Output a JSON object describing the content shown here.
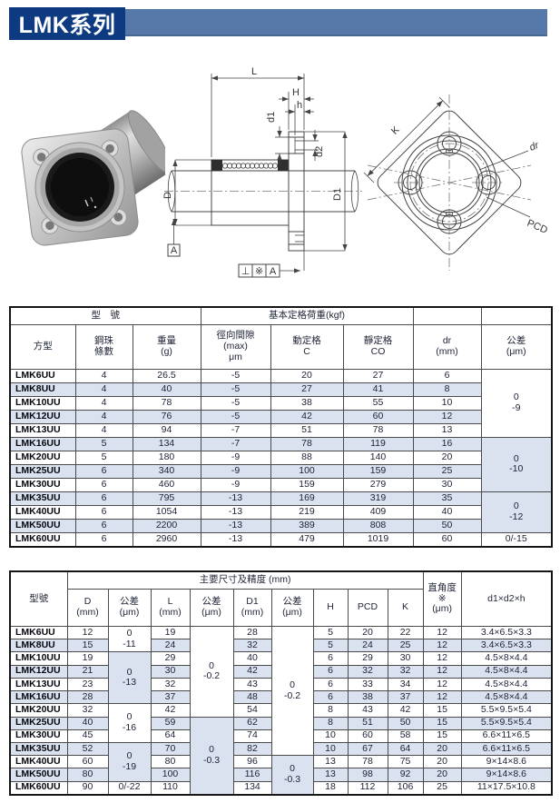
{
  "page": {
    "title": "LMK系列"
  },
  "colors": {
    "banner_dark": "#0d3a80",
    "banner_light": "#5578a8",
    "row_shade": "#dbe2ef"
  },
  "diagram": {
    "dims": {
      "L": "L",
      "H": "H",
      "h": "h",
      "d1": "d1",
      "d2": "d2",
      "D": "D",
      "D1": "D1"
    },
    "datum": "A",
    "frame": {
      "perp": "⊥",
      "star": "※",
      "ref": "A"
    },
    "front": {
      "K": "K",
      "dr": "dr",
      "PCD": "PCD"
    }
  },
  "tables": [
    {
      "name": "load-ratings",
      "cols": [
        72,
        63,
        75,
        77,
        80,
        77,
        75,
        78
      ],
      "header": [
        [
          {
            "t": "型　號",
            "cs": 3
          },
          {
            "t": "基本定格荷重(kgf)",
            "cs": 3
          },
          {
            "t": ""
          },
          {
            "t": ""
          }
        ],
        [
          {
            "t": "方型"
          },
          {
            "t": "鋼珠\n條數"
          },
          {
            "t": "重量\n(g)"
          },
          {
            "t": "徑向間隙\n(max)\nμm"
          },
          {
            "t": "動定格\nC"
          },
          {
            "t": "靜定格\nCO"
          },
          {
            "t": "dr\n(mm)"
          },
          {
            "t": "公差\n(μm)"
          }
        ]
      ],
      "rows": [
        [
          {
            "t": "LMK6UU",
            "c": "m"
          },
          {
            "t": "4"
          },
          {
            "t": "26.5"
          },
          {
            "t": "-5"
          },
          {
            "t": "20"
          },
          {
            "t": "27"
          },
          {
            "t": "6"
          },
          {
            "t": "0\n-9",
            "rs": 5,
            "c": "g"
          }
        ],
        [
          {
            "t": "LMK8UU",
            "c": "m"
          },
          {
            "t": "4"
          },
          {
            "t": "40"
          },
          {
            "t": "-5"
          },
          {
            "t": "27"
          },
          {
            "t": "41"
          },
          {
            "t": "8"
          }
        ],
        [
          {
            "t": "LMK10UU",
            "c": "m"
          },
          {
            "t": "4"
          },
          {
            "t": "78"
          },
          {
            "t": "-5"
          },
          {
            "t": "38"
          },
          {
            "t": "55"
          },
          {
            "t": "10"
          }
        ],
        [
          {
            "t": "LMK12UU",
            "c": "m"
          },
          {
            "t": "4"
          },
          {
            "t": "76"
          },
          {
            "t": "-5"
          },
          {
            "t": "42"
          },
          {
            "t": "60"
          },
          {
            "t": "12"
          }
        ],
        [
          {
            "t": "LMK13UU",
            "c": "m"
          },
          {
            "t": "4"
          },
          {
            "t": "94"
          },
          {
            "t": "-7"
          },
          {
            "t": "51"
          },
          {
            "t": "78"
          },
          {
            "t": "13"
          }
        ],
        [
          {
            "t": "LMK16UU",
            "c": "m"
          },
          {
            "t": "5"
          },
          {
            "t": "134"
          },
          {
            "t": "-7"
          },
          {
            "t": "78"
          },
          {
            "t": "119"
          },
          {
            "t": "16"
          },
          {
            "t": "0\n-10",
            "rs": 4,
            "c": "g s"
          }
        ],
        [
          {
            "t": "LMK20UU",
            "c": "m"
          },
          {
            "t": "5"
          },
          {
            "t": "180"
          },
          {
            "t": "-9"
          },
          {
            "t": "88"
          },
          {
            "t": "140"
          },
          {
            "t": "20"
          }
        ],
        [
          {
            "t": "LMK25UU",
            "c": "m"
          },
          {
            "t": "6"
          },
          {
            "t": "340"
          },
          {
            "t": "-9"
          },
          {
            "t": "100"
          },
          {
            "t": "159"
          },
          {
            "t": "25"
          }
        ],
        [
          {
            "t": "LMK30UU",
            "c": "m"
          },
          {
            "t": "6"
          },
          {
            "t": "460"
          },
          {
            "t": "-9"
          },
          {
            "t": "159"
          },
          {
            "t": "279"
          },
          {
            "t": "30"
          }
        ],
        [
          {
            "t": "LMK35UU",
            "c": "m"
          },
          {
            "t": "6"
          },
          {
            "t": "795"
          },
          {
            "t": "-13"
          },
          {
            "t": "169"
          },
          {
            "t": "319"
          },
          {
            "t": "35"
          },
          {
            "t": "0\n-12",
            "rs": 3,
            "c": "g"
          }
        ],
        [
          {
            "t": "LMK40UU",
            "c": "m"
          },
          {
            "t": "6"
          },
          {
            "t": "1054"
          },
          {
            "t": "-13"
          },
          {
            "t": "219"
          },
          {
            "t": "409"
          },
          {
            "t": "40"
          }
        ],
        [
          {
            "t": "LMK50UU",
            "c": "m"
          },
          {
            "t": "6"
          },
          {
            "t": "2200"
          },
          {
            "t": "-13"
          },
          {
            "t": "389"
          },
          {
            "t": "808"
          },
          {
            "t": "50"
          }
        ],
        [
          {
            "t": "LMK60UU",
            "c": "m"
          },
          {
            "t": "6"
          },
          {
            "t": "2960"
          },
          {
            "t": "-13"
          },
          {
            "t": "479"
          },
          {
            "t": "1019"
          },
          {
            "t": "60"
          },
          {
            "t": "0/-15",
            "c": "g"
          }
        ]
      ]
    },
    {
      "name": "dimensions",
      "cols": [
        63,
        45,
        47,
        43,
        48,
        42,
        46,
        38,
        44,
        39,
        42,
        100
      ],
      "header": [
        [
          {
            "t": "型號",
            "rs": 2
          },
          {
            "t": "主要尺寸及精度 (mm)",
            "cs": 9
          },
          {
            "t": "直角度\n※\n(μm)",
            "rs": 2
          },
          {
            "t": "d1×d2×h",
            "rs": 2
          }
        ],
        [
          {
            "t": "D\n(mm)"
          },
          {
            "t": "公差\n(μm)"
          },
          {
            "t": "L\n(mm)"
          },
          {
            "t": "公差\n(μm)"
          },
          {
            "t": "D1\n(mm)"
          },
          {
            "t": "公差\n(μm)"
          },
          {
            "t": "H"
          },
          {
            "t": "PCD"
          },
          {
            "t": "K"
          }
        ]
      ],
      "rows": [
        [
          {
            "t": "LMK6UU",
            "c": "m"
          },
          {
            "t": "12"
          },
          {
            "t": "0\n-11",
            "rs": 2,
            "c": "g"
          },
          {
            "t": "19"
          },
          {
            "t": "0\n-0.2",
            "rs": 7,
            "c": "g"
          },
          {
            "t": "28"
          },
          {
            "t": "0\n-0.2",
            "rs": 10,
            "c": "g"
          },
          {
            "t": "5"
          },
          {
            "t": "20"
          },
          {
            "t": "22"
          },
          {
            "t": "12"
          },
          {
            "t": "3.4×6.5×3.3"
          }
        ],
        [
          {
            "t": "LMK8UU",
            "c": "m"
          },
          {
            "t": "15"
          },
          {
            "t": "24"
          },
          {
            "t": "32"
          },
          {
            "t": "5"
          },
          {
            "t": "24"
          },
          {
            "t": "25"
          },
          {
            "t": "12"
          },
          {
            "t": "3.4×6.5×3.3"
          }
        ],
        [
          {
            "t": "LMK10UU",
            "c": "m"
          },
          {
            "t": "19"
          },
          {
            "t": "0\n-13",
            "rs": 4,
            "c": "g s"
          },
          {
            "t": "29"
          },
          {
            "t": "40"
          },
          {
            "t": "6"
          },
          {
            "t": "29"
          },
          {
            "t": "30"
          },
          {
            "t": "12"
          },
          {
            "t": "4.5×8×4.4"
          }
        ],
        [
          {
            "t": "LMK12UU",
            "c": "m"
          },
          {
            "t": "21"
          },
          {
            "t": "30"
          },
          {
            "t": "42"
          },
          {
            "t": "6"
          },
          {
            "t": "32"
          },
          {
            "t": "32"
          },
          {
            "t": "12"
          },
          {
            "t": "4.5×8×4.4"
          }
        ],
        [
          {
            "t": "LMK13UU",
            "c": "m"
          },
          {
            "t": "23"
          },
          {
            "t": "32"
          },
          {
            "t": "43"
          },
          {
            "t": "6"
          },
          {
            "t": "33"
          },
          {
            "t": "34"
          },
          {
            "t": "12"
          },
          {
            "t": "4.5×8×4.4"
          }
        ],
        [
          {
            "t": "LMK16UU",
            "c": "m"
          },
          {
            "t": "28"
          },
          {
            "t": "37"
          },
          {
            "t": "48"
          },
          {
            "t": "6"
          },
          {
            "t": "38"
          },
          {
            "t": "37"
          },
          {
            "t": "12"
          },
          {
            "t": "4.5×8×4.4"
          }
        ],
        [
          {
            "t": "LMK20UU",
            "c": "m"
          },
          {
            "t": "32"
          },
          {
            "t": "0\n-16",
            "rs": 3,
            "c": "g"
          },
          {
            "t": "42"
          },
          {
            "t": "54"
          },
          {
            "t": "8"
          },
          {
            "t": "43"
          },
          {
            "t": "42"
          },
          {
            "t": "15"
          },
          {
            "t": "5.5×9.5×5.4"
          }
        ],
        [
          {
            "t": "LMK25UU",
            "c": "m"
          },
          {
            "t": "40"
          },
          {
            "t": "59"
          },
          {
            "t": "0\n-0.3",
            "rs": 6,
            "c": "g s"
          },
          {
            "t": "62"
          },
          {
            "t": "8"
          },
          {
            "t": "51"
          },
          {
            "t": "50"
          },
          {
            "t": "15"
          },
          {
            "t": "5.5×9.5×5.4"
          }
        ],
        [
          {
            "t": "LMK30UU",
            "c": "m"
          },
          {
            "t": "45"
          },
          {
            "t": "64"
          },
          {
            "t": "74"
          },
          {
            "t": "10"
          },
          {
            "t": "60"
          },
          {
            "t": "58"
          },
          {
            "t": "15"
          },
          {
            "t": "6.6×11×6.5"
          }
        ],
        [
          {
            "t": "LMK35UU",
            "c": "m"
          },
          {
            "t": "52"
          },
          {
            "t": "0\n-19",
            "rs": 3,
            "c": "g s"
          },
          {
            "t": "70"
          },
          {
            "t": "82"
          },
          {
            "t": "10"
          },
          {
            "t": "67"
          },
          {
            "t": "64"
          },
          {
            "t": "20"
          },
          {
            "t": "6.6×11×6.5"
          }
        ],
        [
          {
            "t": "LMK40UU",
            "c": "m"
          },
          {
            "t": "60"
          },
          {
            "t": "80"
          },
          {
            "t": "96"
          },
          {
            "t": "0\n-0.3",
            "rs": 3,
            "c": "g s"
          },
          {
            "t": "13"
          },
          {
            "t": "78"
          },
          {
            "t": "75"
          },
          {
            "t": "20"
          },
          {
            "t": "9×14×8.6"
          }
        ],
        [
          {
            "t": "LMK50UU",
            "c": "m"
          },
          {
            "t": "80"
          },
          {
            "t": "100"
          },
          {
            "t": "116"
          },
          {
            "t": "13"
          },
          {
            "t": "98"
          },
          {
            "t": "92"
          },
          {
            "t": "20"
          },
          {
            "t": "9×14×8.6"
          }
        ],
        [
          {
            "t": "LMK60UU",
            "c": "m"
          },
          {
            "t": "90"
          },
          {
            "t": "0/-22",
            "c": "g"
          },
          {
            "t": "110"
          },
          {
            "t": "134"
          },
          {
            "t": "18"
          },
          {
            "t": "112"
          },
          {
            "t": "106"
          },
          {
            "t": "25"
          },
          {
            "t": "11×17.5×10.8"
          }
        ]
      ]
    }
  ]
}
